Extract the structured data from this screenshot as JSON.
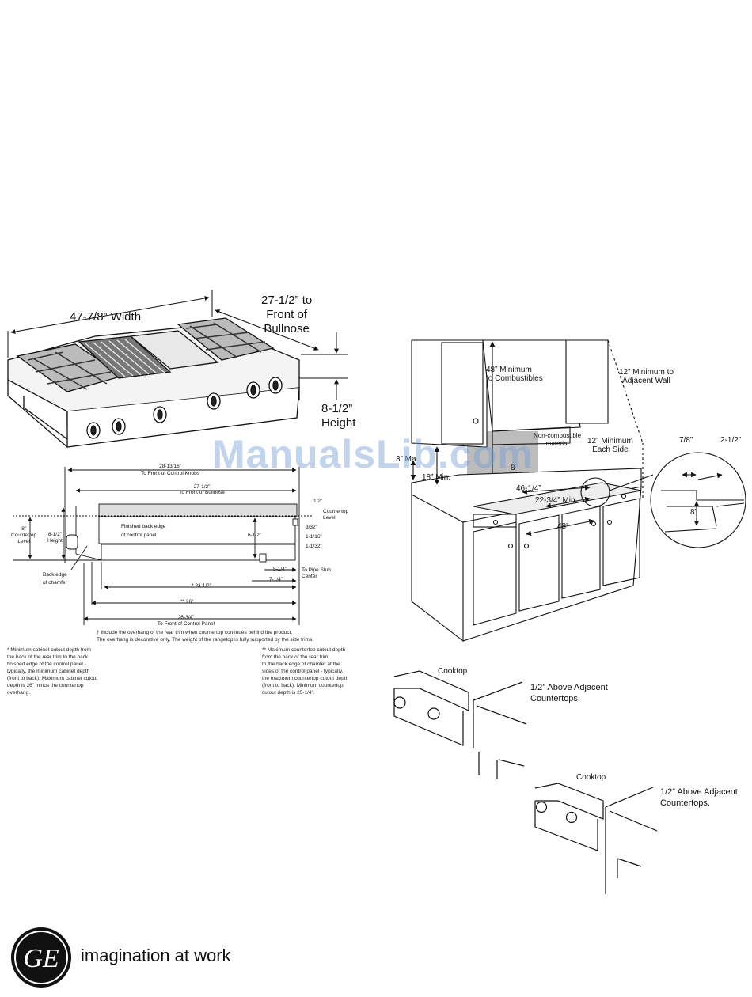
{
  "cooktop_iso": {
    "width": "47-7/8” Width",
    "depth": "27-1/2” to\nFront of\nBullnose",
    "height": "8-1/2”\nHeight"
  },
  "side_view": {
    "dim_top": "28-13/16”",
    "dim_top_sub": "To Front of Control Knobs",
    "dim_second": "27-1/2”",
    "dim_second_sub": "To Front of Bullnose",
    "half_inch": "1/2”",
    "countertop_level_right": "Countertop\nLevel",
    "countertop_level_left": "8”\nCountertop\nLevel",
    "height_label": "8-1/2”\nHeight",
    "finished_back": "Finished back edge\nof control panel",
    "six_half": "6-1/2”",
    "d_3_32": "3/32”",
    "d_1_1_16": "1-1/16”",
    "d_1_1_32": "1-1/32”",
    "d_5_1_4": "5-1/4”",
    "d_7_1_4": "7-1/4”",
    "pipe_stub": "To Pipe Stub\nCenter",
    "back_edge": "Back edge\nof chamfer",
    "d_23_1_2": "* 23-1/2”",
    "d_26": "** 26”",
    "d_26_3_4": "26-3/4”",
    "d_26_3_4_sub": "To Front of Control Panel",
    "footnote": "† Include the overhang of the rear trim when countertop continues behind the product.\nThe overhang is decorative only. The weight of the rangetop is fully supported by the side trims."
  },
  "notes": {
    "left": "* Minimum cabinet cutout depth from\nthe back of the rear trim to the back\nfinished edge of the control panel -\ntypically, the minimum cabinet depth\n(front to back). Maximum cabinet cutout\ndepth is 26” minus the countertop\noverhang.",
    "right": "** Maximum countertop cutout depth\nfrom the back of the rear trim\nto the back edge of chamfer at the\nsides of the control panel - typically,\nthe maximum countertop cutout depth\n(front to back). Minimum countertop\ncutout depth is 25-1/4”."
  },
  "installation": {
    "min_combustibles": "48” Minimum\nto Combustibles",
    "adjacent_wall": "12” Minimum to\nAdjacent Wall",
    "non_combustible": "Non-combustible\nmaterial",
    "each_side": "12” Minimum\nEach Side",
    "three_max": "3” Ma",
    "eighteen_min": "18” Min.",
    "eight_frag": "8",
    "d_46_1_4": "46-1/4”",
    "d_22_3_4": "22-3/4” Min.",
    "d_48": "48”",
    "detail_7_8": "7/8”",
    "detail_2_1_2": "2-1/2”",
    "detail_8": "8”"
  },
  "cooktop_details": {
    "label1": "Cooktop",
    "above1": "1/2” Above Adjacent\nCountertops.",
    "label2": "Cooktop",
    "above2": "1/2” Above Adjacent\nCountertops."
  },
  "watermark": "ManualsLib.com",
  "brand": {
    "logo_text": "GE",
    "tagline": "imagination at work"
  }
}
